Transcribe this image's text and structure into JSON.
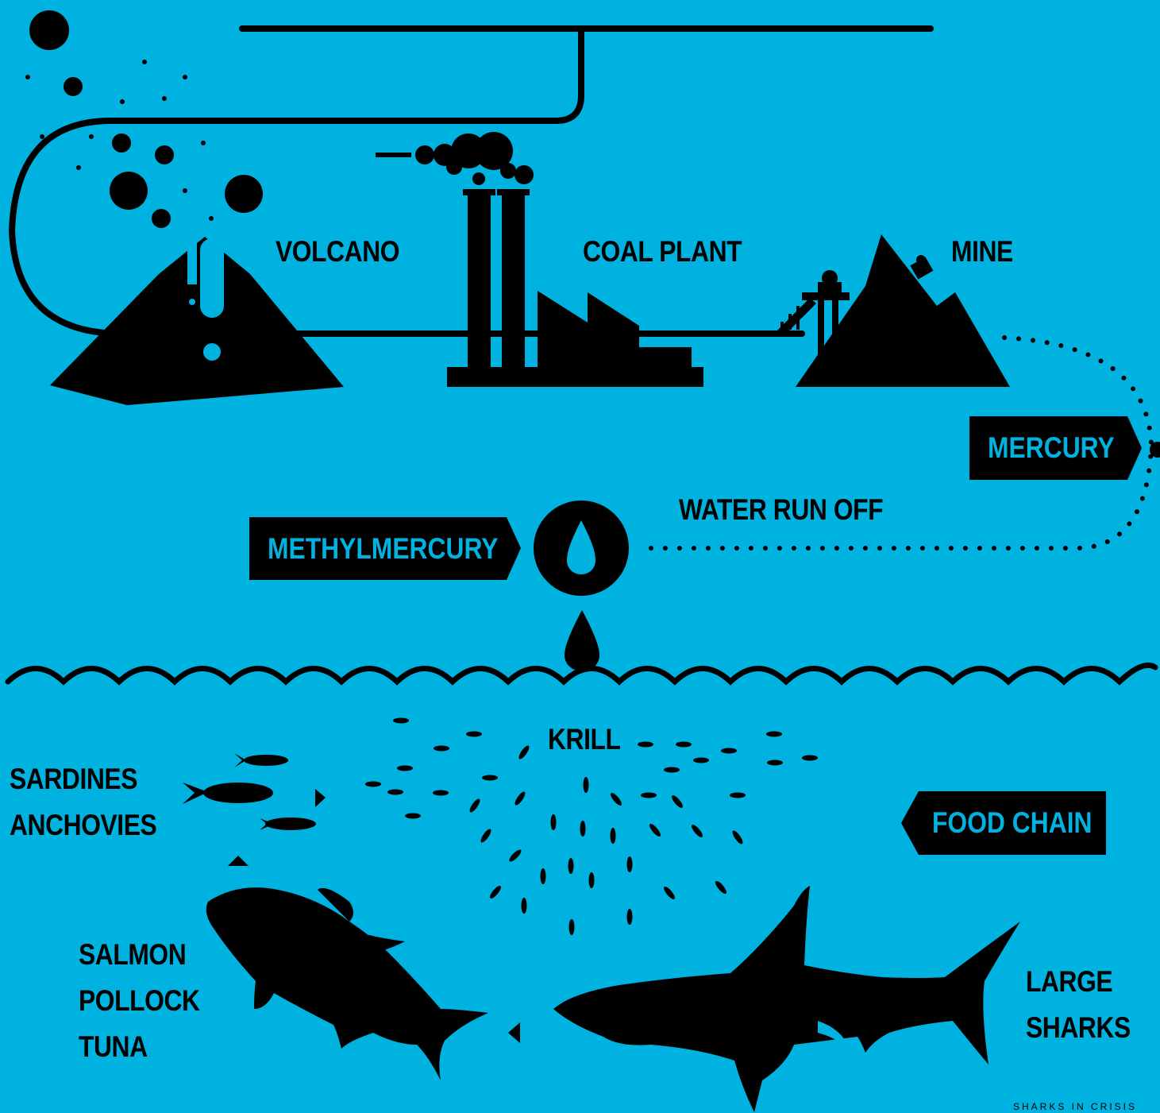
{
  "colors": {
    "background": "#00b2e0",
    "ink": "#000000"
  },
  "sources": {
    "volcano": "VOLCANO",
    "coal_plant": "COAL PLANT",
    "mine": "MINE"
  },
  "flow": {
    "mercury": "MERCURY",
    "water_run_off": "WATER RUN OFF",
    "methylmercury": "METHYLMERCURY"
  },
  "food_chain": {
    "title": "FOOD CHAIN",
    "krill": "KRILL",
    "small_fish": [
      "SARDINES",
      "ANCHOVIES"
    ],
    "mid_fish": [
      "SALMON",
      "POLLOCK",
      "TUNA"
    ],
    "top_predator": [
      "LARGE",
      "SHARKS"
    ]
  },
  "footer": {
    "credit": "SHARKS IN CRISIS"
  },
  "icons": [
    "volcano-icon",
    "coal-plant-icon",
    "mine-icon",
    "water-drop-icon",
    "krill-icon",
    "sardine-icon",
    "tuna-icon",
    "shark-icon"
  ]
}
